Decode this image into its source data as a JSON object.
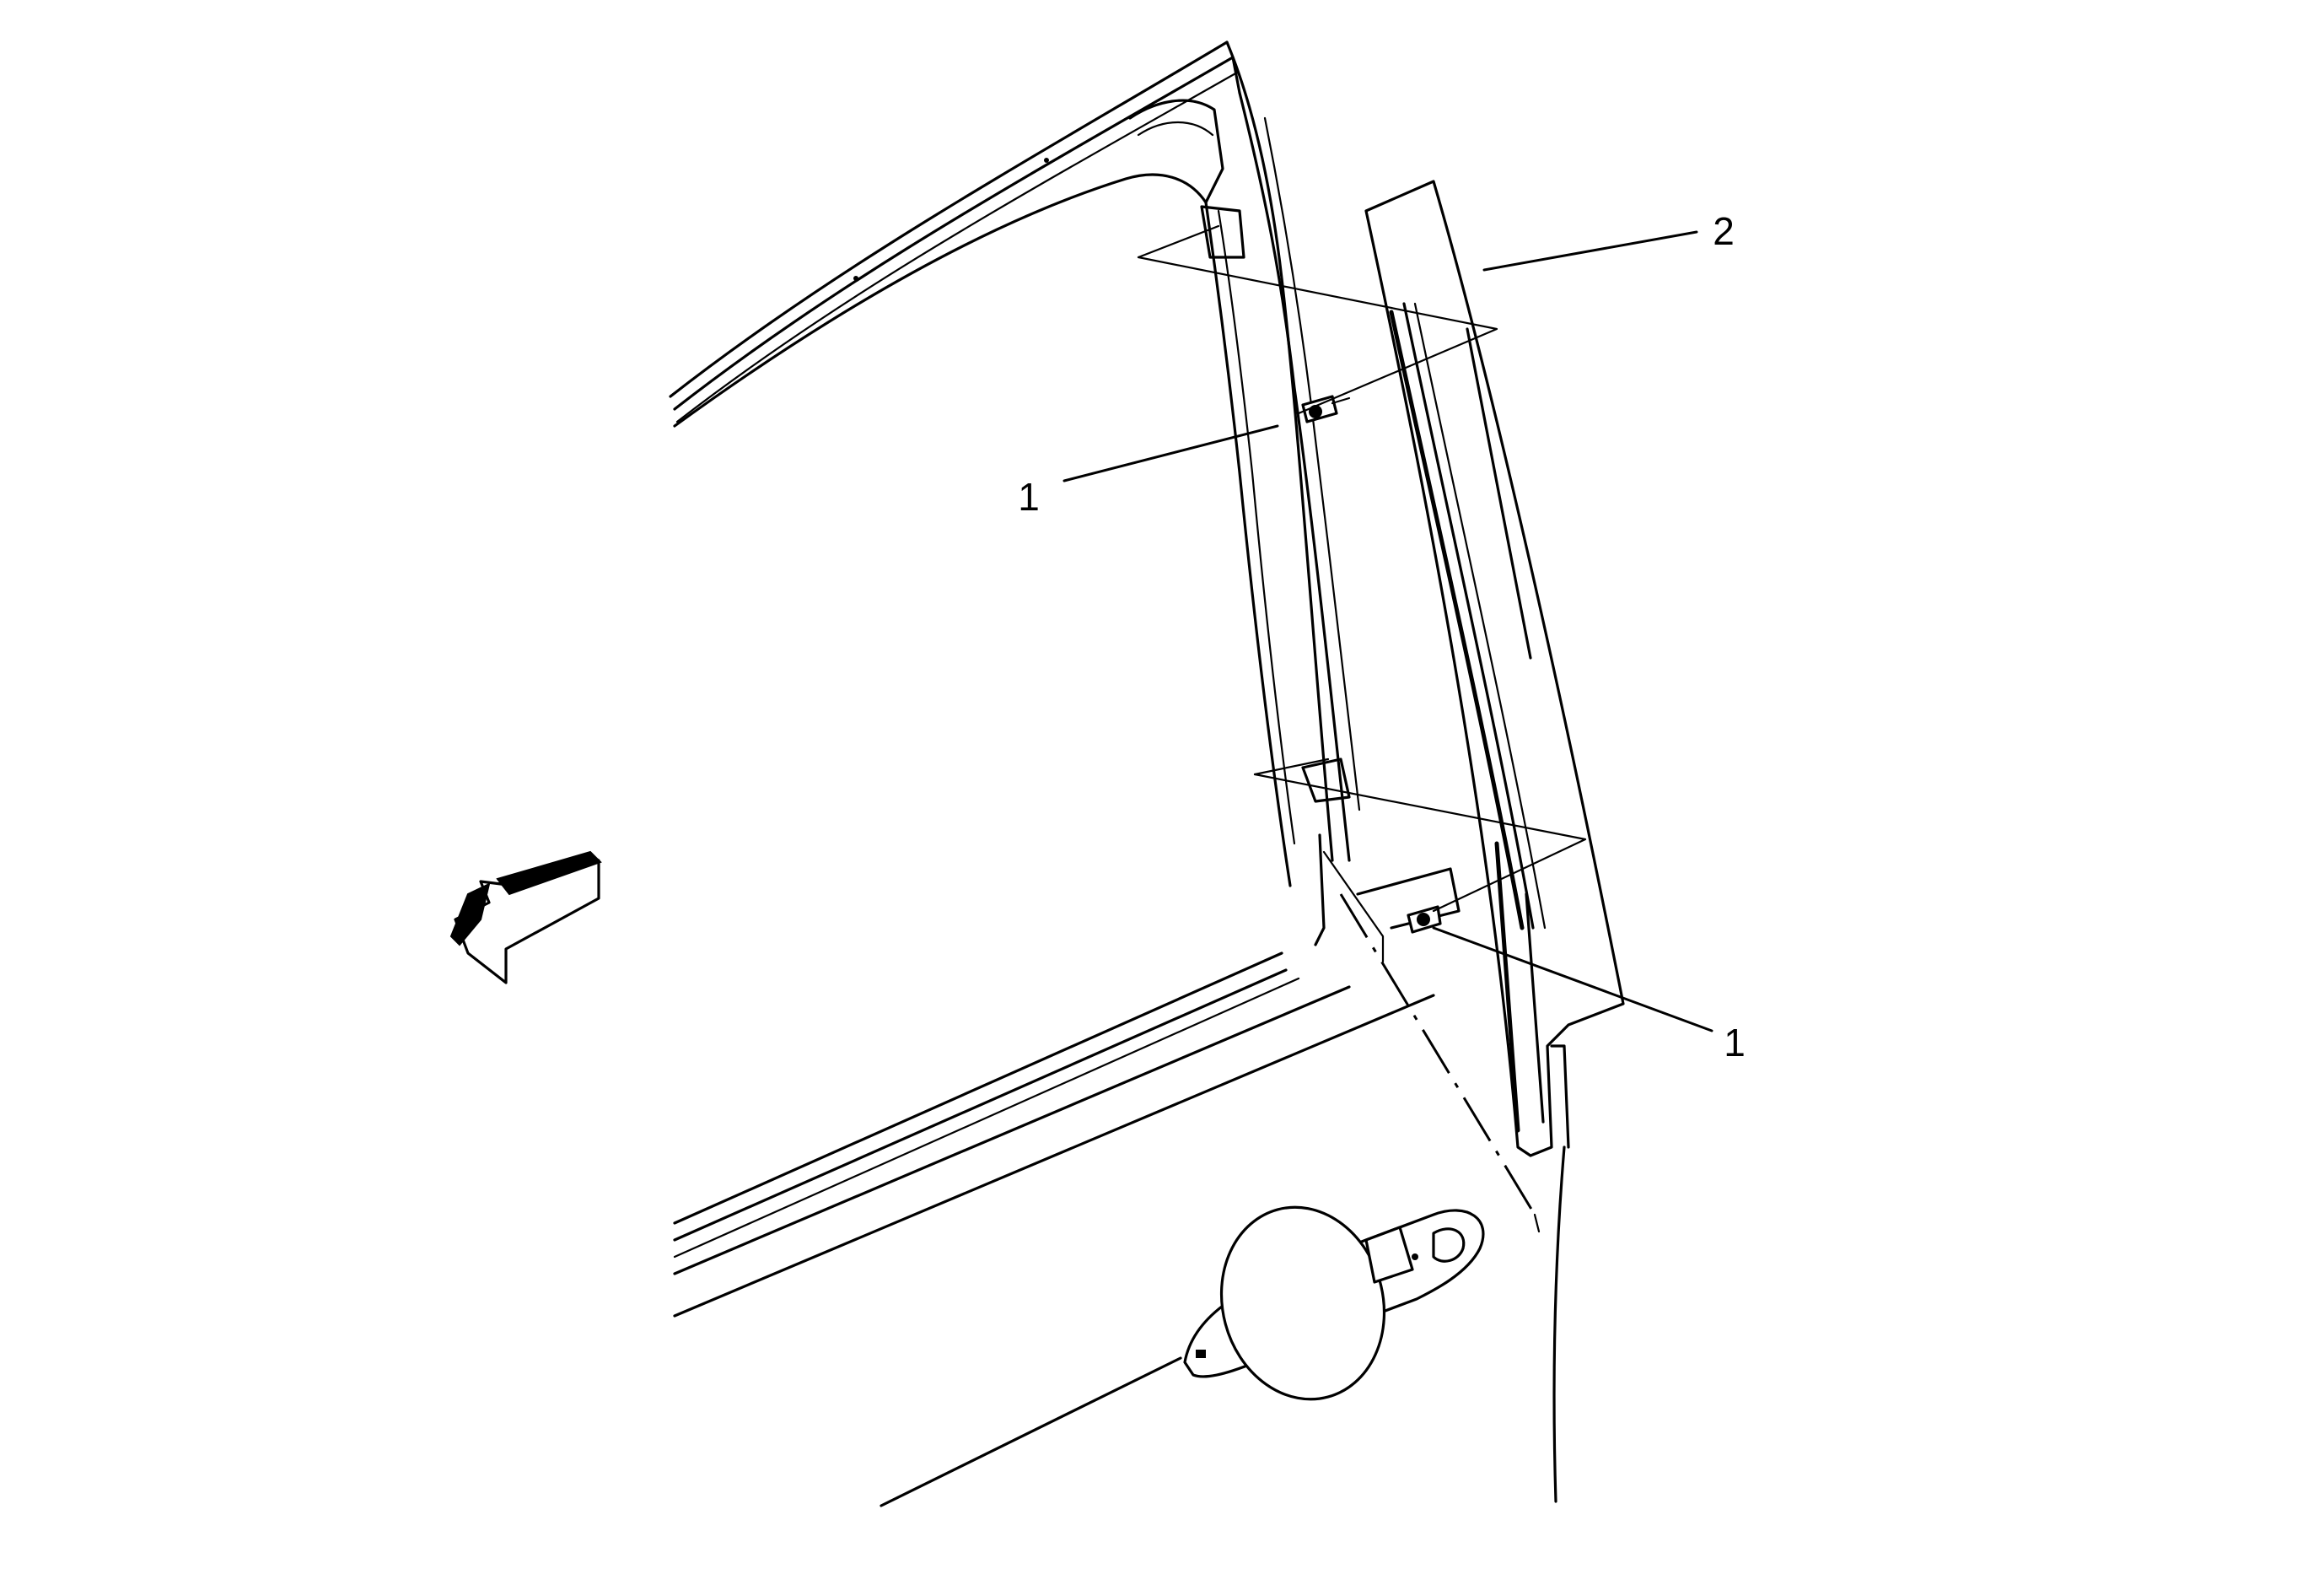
{
  "callouts": {
    "fastener_upper": "1",
    "fastener_lower": "1",
    "molding": "2"
  }
}
